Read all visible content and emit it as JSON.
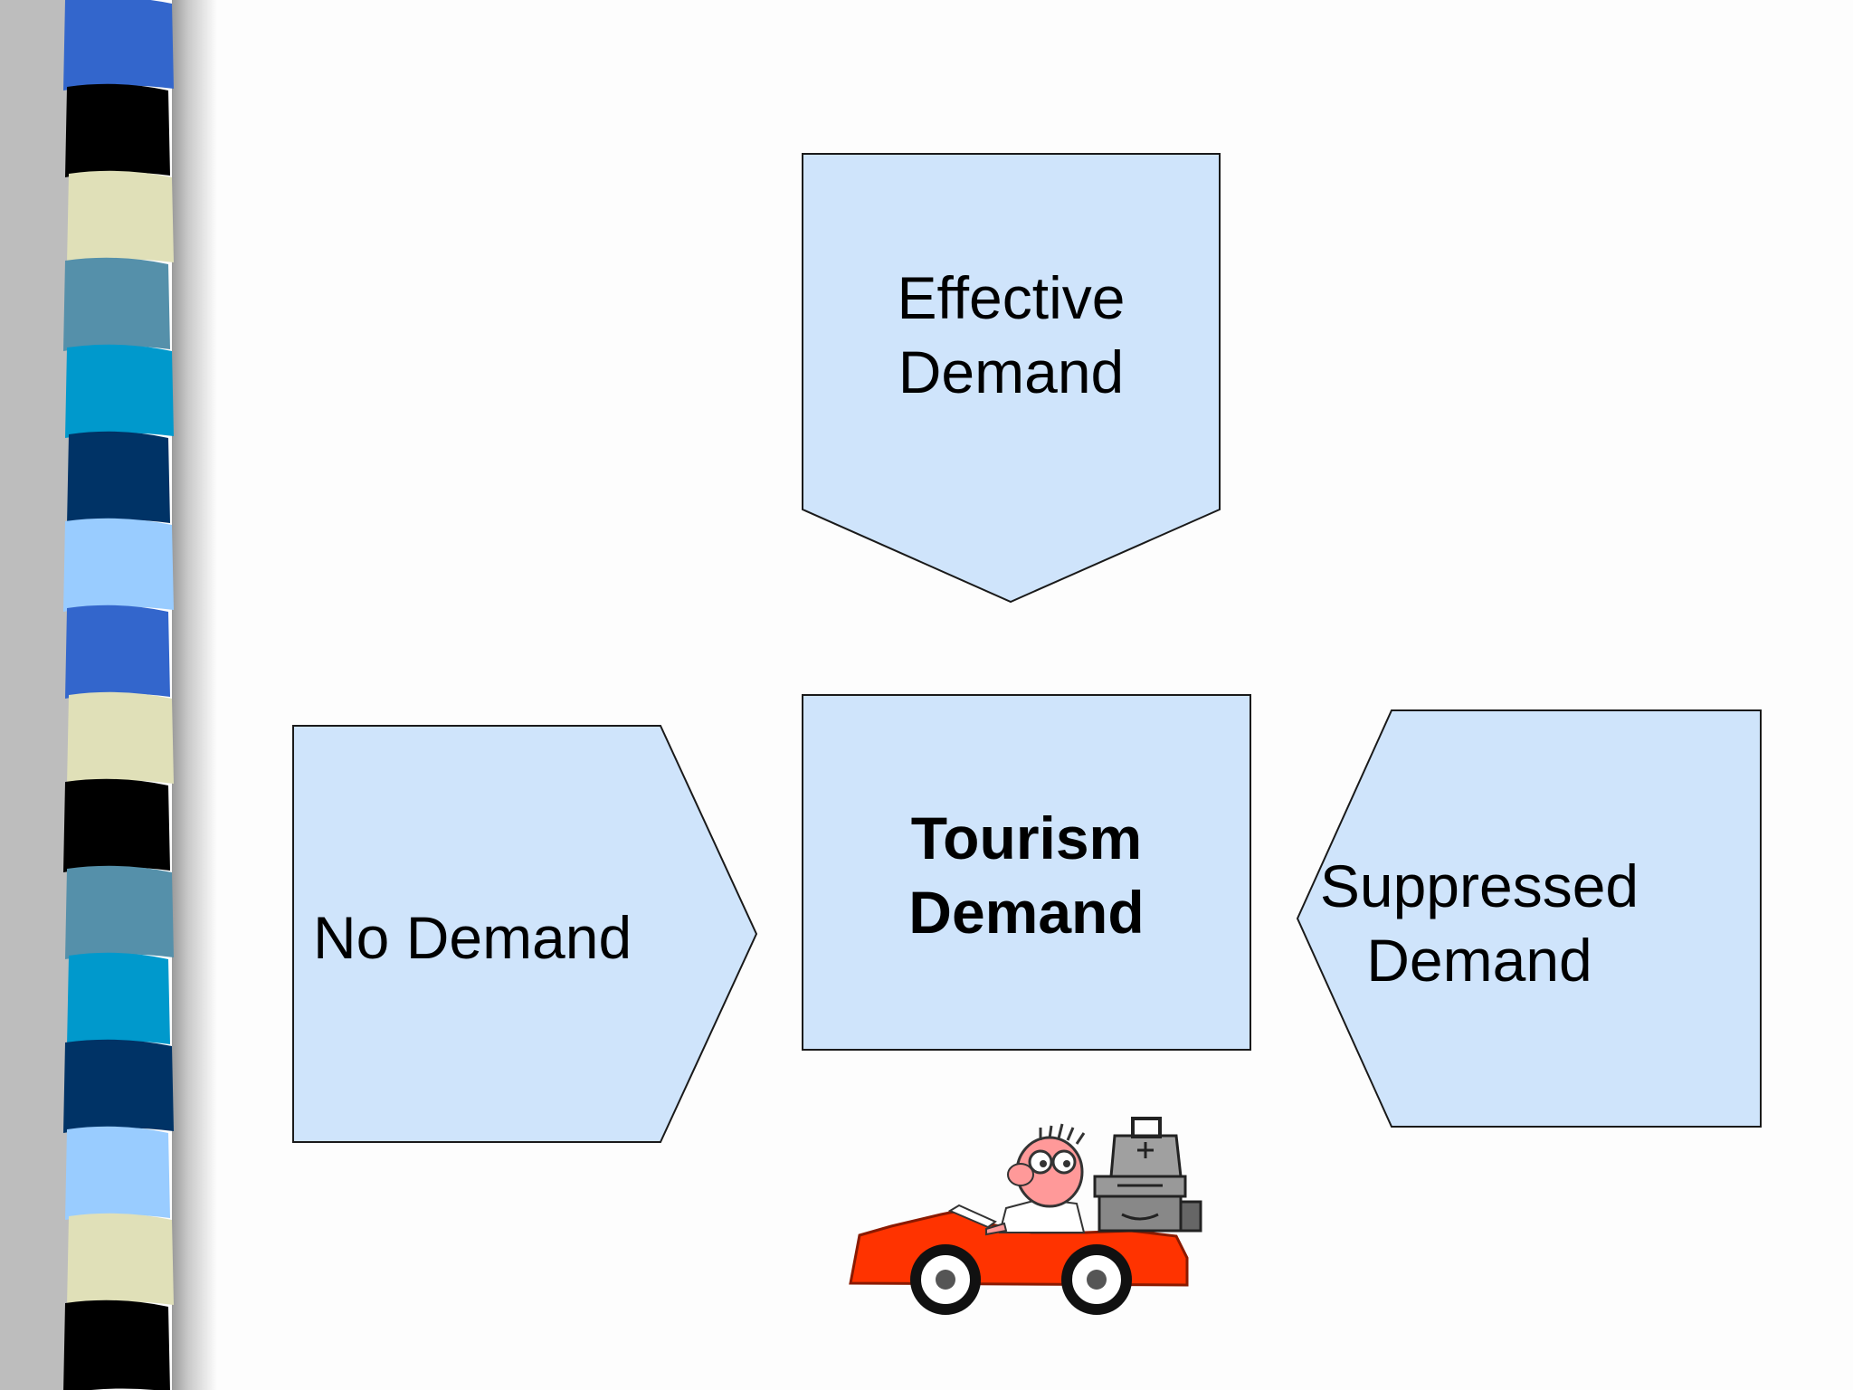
{
  "diagram": {
    "center": {
      "line1": "Tourism",
      "line2": "Demand"
    },
    "top": {
      "line1": "Effective",
      "line2": "Demand"
    },
    "left": {
      "label": "No Demand"
    },
    "right": {
      "line1": "Suppressed",
      "line2": "Demand"
    }
  },
  "colors": {
    "box_fill": "#cfe4fb",
    "box_stroke": "#1a1a1a",
    "car_body": "#ff3300",
    "stripe_palette": [
      "#3366cc",
      "#000000",
      "#e0e0b8",
      "#5590aa",
      "#0099cc",
      "#003366",
      "#99ccff"
    ]
  },
  "decor": {
    "stripe_bar": "left-edge striped vertical bar",
    "clipart": "cartoon tourist driving red car with luggage"
  }
}
